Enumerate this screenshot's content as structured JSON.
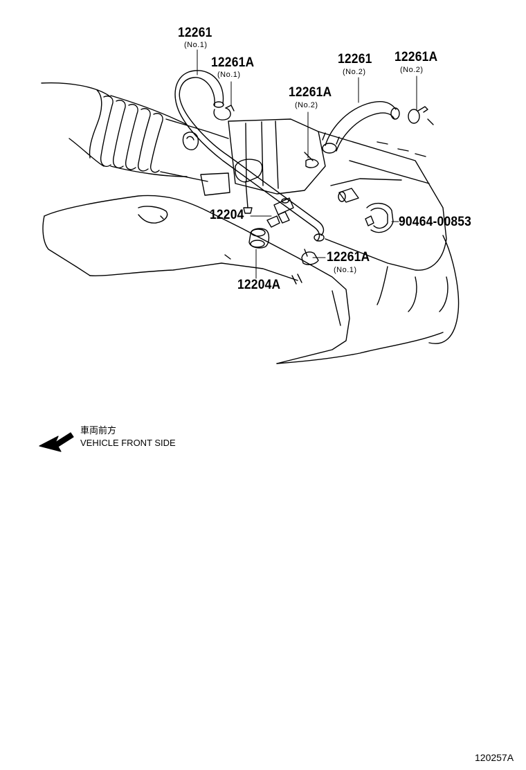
{
  "parts": [
    {
      "id": "p1",
      "number": "12261",
      "sub": "(No.1)"
    },
    {
      "id": "p2",
      "number": "12261A",
      "sub": "(No.1)"
    },
    {
      "id": "p3",
      "number": "12261A",
      "sub": "(No.2)"
    },
    {
      "id": "p4",
      "number": "12261",
      "sub": "(No.2)"
    },
    {
      "id": "p5",
      "number": "12261A",
      "sub": "(No.2)"
    },
    {
      "id": "p6",
      "number": "12204"
    },
    {
      "id": "p7",
      "number": "90464-00853"
    },
    {
      "id": "p8",
      "number": "12261A",
      "sub": "(No.1)"
    },
    {
      "id": "p9",
      "number": "12204A"
    }
  ],
  "legend": {
    "jp": "車両前方",
    "en": "VEHICLE FRONT SIDE",
    "icon": "arrow-icon"
  },
  "figure_code": "120257A"
}
